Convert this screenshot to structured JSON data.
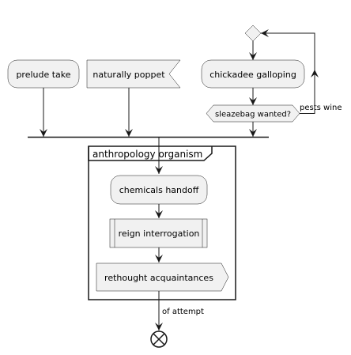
{
  "activities": {
    "prelude_take": "prelude take",
    "naturally_poppet": "naturally poppet",
    "chickadee_galloping": "chickadee galloping",
    "chemicals_handoff": "chemicals handoff",
    "reign_interrogation": "reign interrogation",
    "rethought_acquaintances": "rethought acquaintances"
  },
  "decision": {
    "question": "sleazebag wanted?",
    "loop_label": "pests wine"
  },
  "partition": {
    "title": "anthropology organism"
  },
  "final_edge": {
    "label": "of attempt"
  },
  "colors": {
    "shape_fill": "#f1f1f1",
    "stroke": "#181818"
  }
}
